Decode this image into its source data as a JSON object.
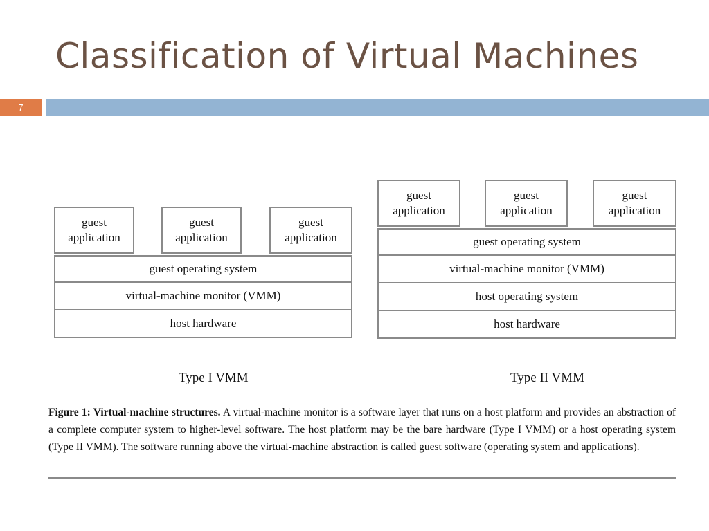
{
  "slide": {
    "title": "Classification of Virtual Machines",
    "number": "7"
  },
  "colors": {
    "title": "#6b5244",
    "slide_number_bg": "#e07c47",
    "header_bar": "#93b4d3",
    "box_border": "#8a8a8a"
  },
  "diagram_type1": {
    "apps": [
      "guest\napplication",
      "guest\napplication",
      "guest\napplication"
    ],
    "layers": [
      "guest operating system",
      "virtual-machine monitor (VMM)",
      "host hardware"
    ],
    "label": "Type I  VMM"
  },
  "diagram_type2": {
    "apps": [
      "guest\napplication",
      "guest\napplication",
      "guest\napplication"
    ],
    "layers": [
      "guest operating system",
      "virtual-machine monitor (VMM)",
      "host operating system",
      "host hardware"
    ],
    "label": "Type II VMM"
  },
  "caption": {
    "bold": "Figure 1: Virtual-machine structures.",
    "text": " A virtual-machine monitor is a software layer that runs on a host platform and provides an abstraction of a complete computer system to higher-level software. The host platform may be the bare hardware (Type I VMM) or a host operating system (Type II VMM). The software running above the virtual-machine abstraction is called guest software (operating system and applications)."
  }
}
